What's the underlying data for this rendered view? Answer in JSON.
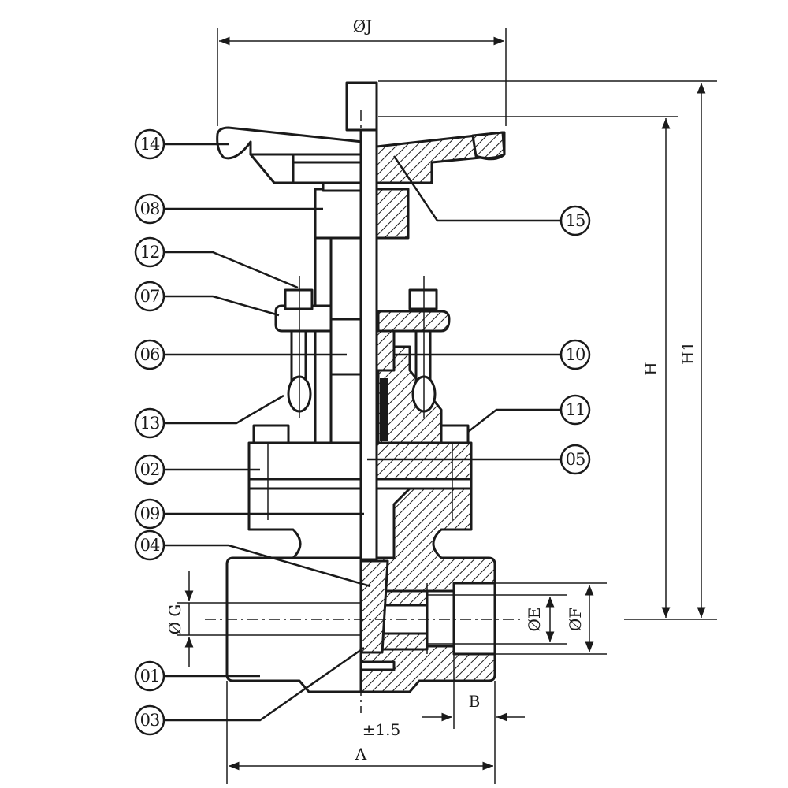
{
  "balloons": [
    {
      "id": "b14",
      "label": "14"
    },
    {
      "id": "b08",
      "label": "08"
    },
    {
      "id": "b12",
      "label": "12"
    },
    {
      "id": "b07",
      "label": "07"
    },
    {
      "id": "b06",
      "label": "06"
    },
    {
      "id": "b13",
      "label": "13"
    },
    {
      "id": "b02",
      "label": "02"
    },
    {
      "id": "b09",
      "label": "09"
    },
    {
      "id": "b04",
      "label": "04"
    },
    {
      "id": "b01",
      "label": "01"
    },
    {
      "id": "b03",
      "label": "03"
    },
    {
      "id": "b15",
      "label": "15"
    },
    {
      "id": "b10",
      "label": "10"
    },
    {
      "id": "b11",
      "label": "11"
    },
    {
      "id": "b05",
      "label": "05"
    }
  ],
  "dimensions": {
    "J": "ØJ",
    "H": "H",
    "H1": "H1",
    "G": "Ø G",
    "E": "ØE",
    "F": "ØF",
    "B": "B",
    "A": "A",
    "tolerance": "±1.5"
  }
}
